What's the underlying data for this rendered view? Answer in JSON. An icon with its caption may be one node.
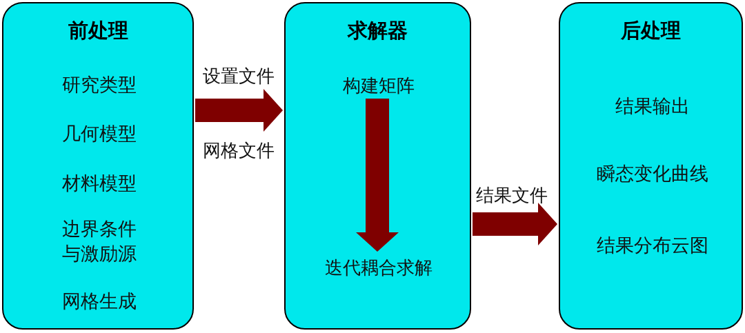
{
  "diagram": {
    "nodes": [
      {
        "text": [
          "前处理",
          "研究类型",
          "几何模型",
          "材料模型",
          "边界条件与激励源",
          "网格生成"
        ]
      },
      {
        "text": [
          "求解器"
        ]
      },
      {
        "text": [
          "构建矩阵"
        ],
        "in": 1
      },
      {
        "text": [
          "迭代耦合求解"
        ],
        "in": 1
      },
      {
        "text": [
          "后处理",
          "结果输出",
          "瞬态变化曲线",
          "结果分布云图"
        ]
      }
    ],
    "edges": [
      {
        "from": 0,
        "to": 1,
        "arrow": "to",
        "label": "设置文件"
      },
      {
        "from": 2,
        "to": 3,
        "arrow": "to"
      },
      {
        "from": 1,
        "to": 4,
        "arrow": "to",
        "label": "结果文件"
      }
    ],
    "labels": [
      "网格文件"
    ]
  }
}
